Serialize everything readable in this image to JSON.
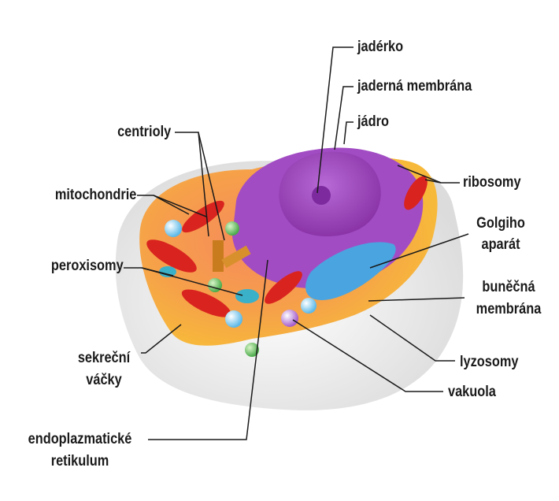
{
  "labels": {
    "jaderko": "jadérko",
    "jaderna_membrana": "jaderná membrána",
    "jadro": "jádro",
    "centrioly": "centrioly",
    "ribosomy": "ribosomy",
    "mitochondrie": "mitochondrie",
    "golgiho_1": "Golgiho",
    "golgiho_2": "aparát",
    "peroxisomy": "peroxisomy",
    "bunecna_1": "buněčná",
    "bunecna_2": "membrána",
    "sekrecni_1": "sekreční",
    "sekrecni_2": "váčky",
    "lyzosomy": "lyzosomy",
    "vakuola": "vakuola",
    "er_1": "endoplazmatické",
    "er_2": "retikulum"
  },
  "colors": {
    "cell_outer": "#ececec",
    "cytoplasm": "#f7b23a",
    "cytoplasm_inner": "#f3845a",
    "nucleus": "#9a3fb8",
    "nucleus_light": "#b35fd0",
    "nucleolus": "#7c2a9e",
    "mitochondria": "#d9231f",
    "golgi": "#4aa4e0",
    "vesicle": "#6ec3ee",
    "peroxisome": "#6bc46b",
    "lysosome": "#3bb0c9",
    "vacuole": "#b77ad6",
    "centriole": "#c87c1e",
    "leader": "#1a1a1a"
  }
}
